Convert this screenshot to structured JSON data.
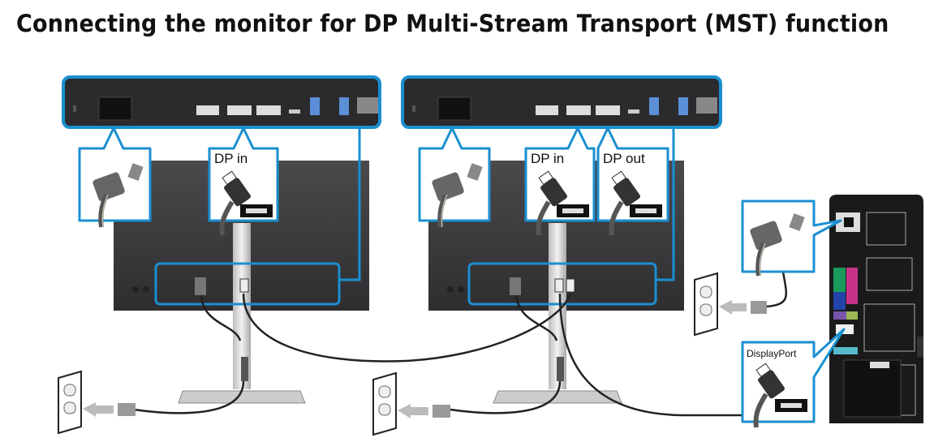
{
  "title": "Connecting the monitor for DP Multi-Stream Transport (MST) function",
  "labels": {
    "monitor1_dp_in": "DP in",
    "monitor2_dp_in": "DP in",
    "monitor2_dp_out": "DP out",
    "pc_displayport": "DisplayPort"
  },
  "colors": {
    "callout_blue": "#1b8fd0",
    "panel_dark": "#2b2b2d",
    "monitor_body": "#3a3a3c"
  }
}
